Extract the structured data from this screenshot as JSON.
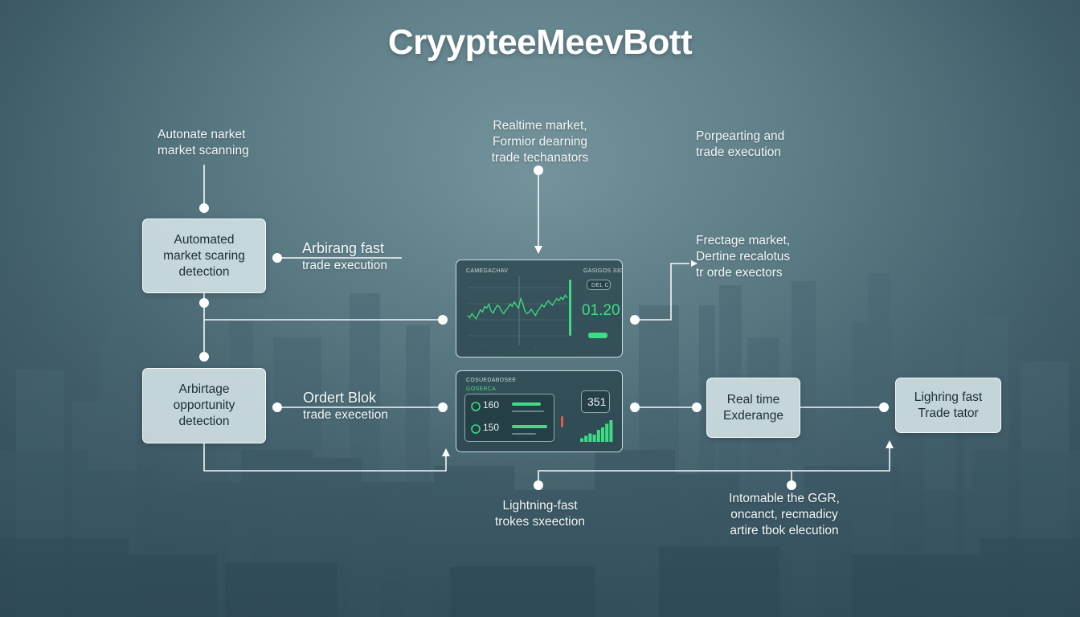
{
  "title": "CryypteeMeevBott",
  "labels": {
    "top_left": [
      "Autonate narket",
      "market scanning"
    ],
    "top_center": [
      "Realtime market,",
      "Formior dearning",
      "trade techanators"
    ],
    "top_right": [
      "Porpearting and",
      "trade execution"
    ],
    "arbitrage_fast": [
      "Arbirang fast",
      "trade execution"
    ],
    "frectage": [
      "Frectage market,",
      "Dertine recalotus",
      "tr orde exectors"
    ],
    "order_block": [
      "Ordert Blok",
      "trade execetion"
    ],
    "lightning_bottom": [
      "Lightning-fast",
      "trokes sxeection"
    ],
    "intomable": [
      "Intomable the GGR,",
      "oncanct, recmadicy",
      "artire tbok elecution"
    ]
  },
  "boxes": {
    "automated": [
      "Automated",
      "market scaring",
      "detection"
    ],
    "arbitrage": [
      "Arbirtage",
      "opportunity",
      "detection"
    ],
    "real_time": [
      "Real time",
      "Exderange"
    ],
    "lighring": [
      "Lighring fast",
      "Trade tator"
    ]
  },
  "panel_top": {
    "header_left": "CAMEGACHAV",
    "header_right": "GASIGOS 330",
    "chip": "DEL C",
    "value": "01.20",
    "price_series": [
      0.42,
      0.38,
      0.45,
      0.4,
      0.36,
      0.44,
      0.52,
      0.48,
      0.58,
      0.55,
      0.62,
      0.5,
      0.46,
      0.54,
      0.6,
      0.57,
      0.49,
      0.45,
      0.51,
      0.56,
      0.62,
      0.58,
      0.66,
      0.6,
      0.55,
      0.72,
      0.63,
      0.5,
      0.45,
      0.48,
      0.53,
      0.47,
      0.42,
      0.5,
      0.55,
      0.61,
      0.57,
      0.63,
      0.68,
      0.64,
      0.6,
      0.66,
      0.72,
      0.68,
      0.74,
      0.7,
      0.78,
      0.73
    ]
  },
  "panel_bottom": {
    "header_left": "COSUEDABOSEE",
    "header_sub": "GOSERCA",
    "row1_value": "160",
    "row2_value": "150",
    "right_value": "351",
    "bars": [
      0.15,
      0.25,
      0.35,
      0.3,
      0.5,
      0.6,
      0.75,
      0.9
    ]
  },
  "colors": {
    "accent_green": "#3fdc86",
    "line": "#ffffff",
    "box_fill": "#d6e5e8"
  }
}
